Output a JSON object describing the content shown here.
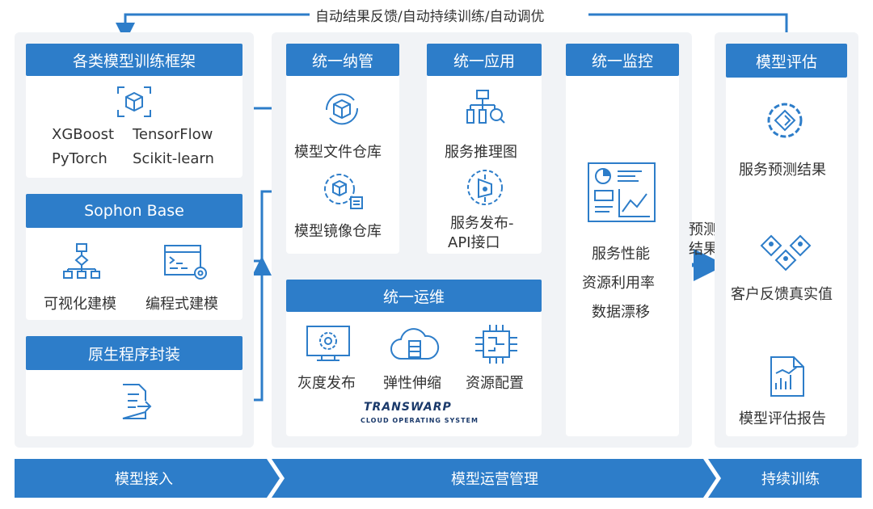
{
  "feedback_loop": "自动结果反馈/自动持续训练/自动调优",
  "left": {
    "frameworks": {
      "title": "各类模型训练框架",
      "items": [
        "XGBoost",
        "TensorFlow",
        "PyTorch",
        "Scikit-learn"
      ]
    },
    "sophon": {
      "title": "Sophon Base",
      "items": [
        "可视化建模",
        "编程式建模"
      ]
    },
    "native": {
      "title": "原生程序封装"
    }
  },
  "middle": {
    "management": {
      "title": "统一纳管",
      "items": [
        "模型文件仓库",
        "模型镜像仓库"
      ]
    },
    "application": {
      "title": "统一应用",
      "items": [
        "服务推理图",
        "服务发布-",
        "API接口"
      ]
    },
    "monitoring": {
      "title": "统一监控",
      "items": [
        "服务性能",
        "资源利用率",
        "数据漂移"
      ]
    },
    "operations": {
      "title": "统一运维",
      "items": [
        "灰度发布",
        "弹性伸缩",
        "资源配置"
      ]
    },
    "logo": {
      "brand": "TRANSWARP",
      "tagline": "CLOUD OPERATING SYSTEM"
    }
  },
  "prediction_label": [
    "预测",
    "结果"
  ],
  "right": {
    "evaluation": {
      "title": "模型评估",
      "items": [
        "服务预测结果",
        "客户反馈真实值",
        "模型评估报告"
      ]
    }
  },
  "bottom_bands": [
    "模型接入",
    "模型运营管理",
    "持续训练"
  ],
  "colors": {
    "primary": "#2d7dc9",
    "panel_bg": "#f1f3f6",
    "icon": "#2d7dc9"
  }
}
